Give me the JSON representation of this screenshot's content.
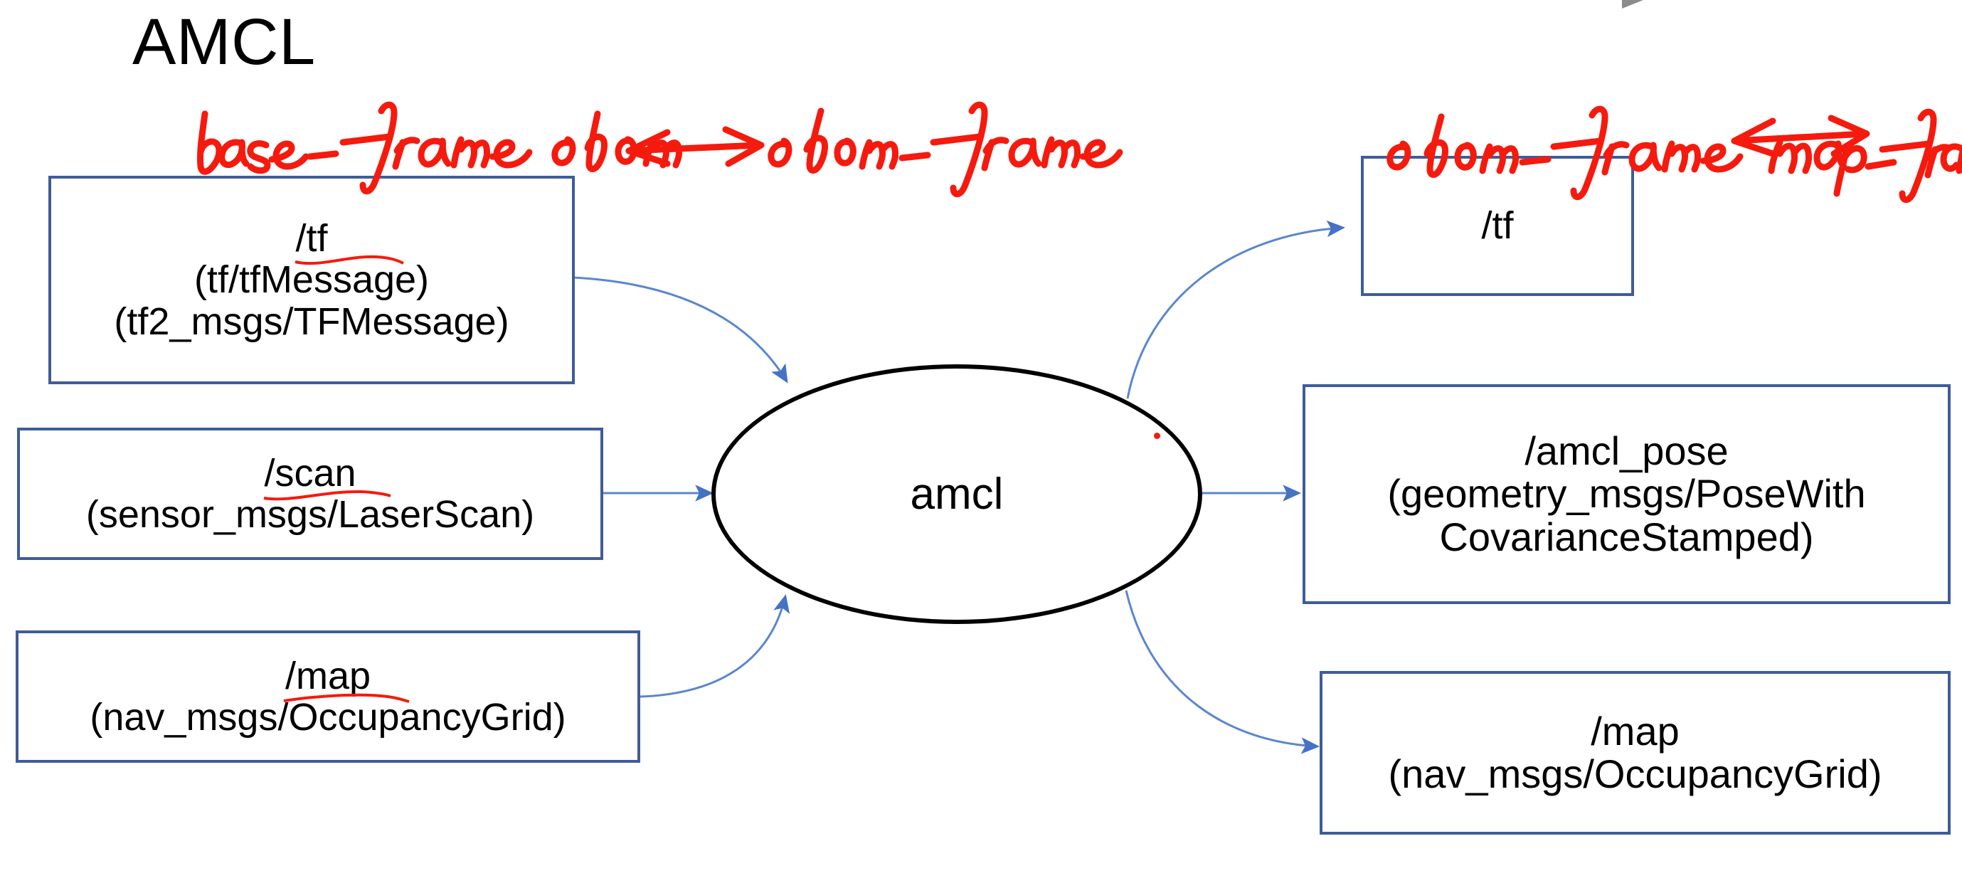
{
  "page": {
    "title": "AMCL",
    "background_color": "#ffffff",
    "box_border_color": "#3f5c98",
    "arrow_color": "#4472c4",
    "ink_color": "#f51a0e",
    "node_border_color": "#000000"
  },
  "center_node": {
    "label": "amcl",
    "shape": "ellipse"
  },
  "inputs": [
    {
      "id": "input-tf",
      "topic": "/tf",
      "underlined": true,
      "lines": [
        "(tf/tfMessage)",
        "(tf2_msgs/TFMessage)"
      ]
    },
    {
      "id": "input-scan",
      "topic": "/scan",
      "underlined": true,
      "lines": [
        "(sensor_msgs/LaserScan)"
      ]
    },
    {
      "id": "input-map",
      "topic": "/map",
      "underlined": true,
      "lines": [
        "(nav_msgs/OccupancyGrid)"
      ]
    }
  ],
  "outputs": [
    {
      "id": "output-tf",
      "topic": "/tf",
      "underlined": false,
      "lines": []
    },
    {
      "id": "output-amcl-pose",
      "topic": "/amcl_pose",
      "underlined": false,
      "lines": [
        "(geometry_msgs/PoseWith",
        "CovarianceStamped)"
      ]
    },
    {
      "id": "output-map",
      "topic": "/map",
      "underlined": false,
      "lines": [
        "(nav_msgs/OccupancyGrid)"
      ]
    }
  ],
  "annotations": {
    "left": {
      "from_frame": "base_frame",
      "arrow": "⟷",
      "to_frame": "odom_frame",
      "full_text": "base_frame ⟷ odom_frame"
    },
    "right": {
      "from_frame": "odom_frame",
      "arrow": "⟷",
      "to_frame": "map_frame",
      "full_text": "odom_frame ⟷ map_frame"
    }
  },
  "edges": [
    {
      "id": "edge-tf-to-amcl",
      "from": "input-tf",
      "to": "center_node",
      "style": "curved"
    },
    {
      "id": "edge-scan-to-amcl",
      "from": "input-scan",
      "to": "center_node",
      "style": "straight"
    },
    {
      "id": "edge-map-to-amcl",
      "from": "input-map",
      "to": "center_node",
      "style": "curved"
    },
    {
      "id": "edge-amcl-to-tf",
      "from": "center_node",
      "to": "output-tf",
      "style": "curved"
    },
    {
      "id": "edge-amcl-to-amcl-pose",
      "from": "center_node",
      "to": "output-amcl-pose",
      "style": "straight"
    },
    {
      "id": "edge-amcl-to-map",
      "from": "center_node",
      "to": "output-map",
      "style": "curved"
    }
  ]
}
